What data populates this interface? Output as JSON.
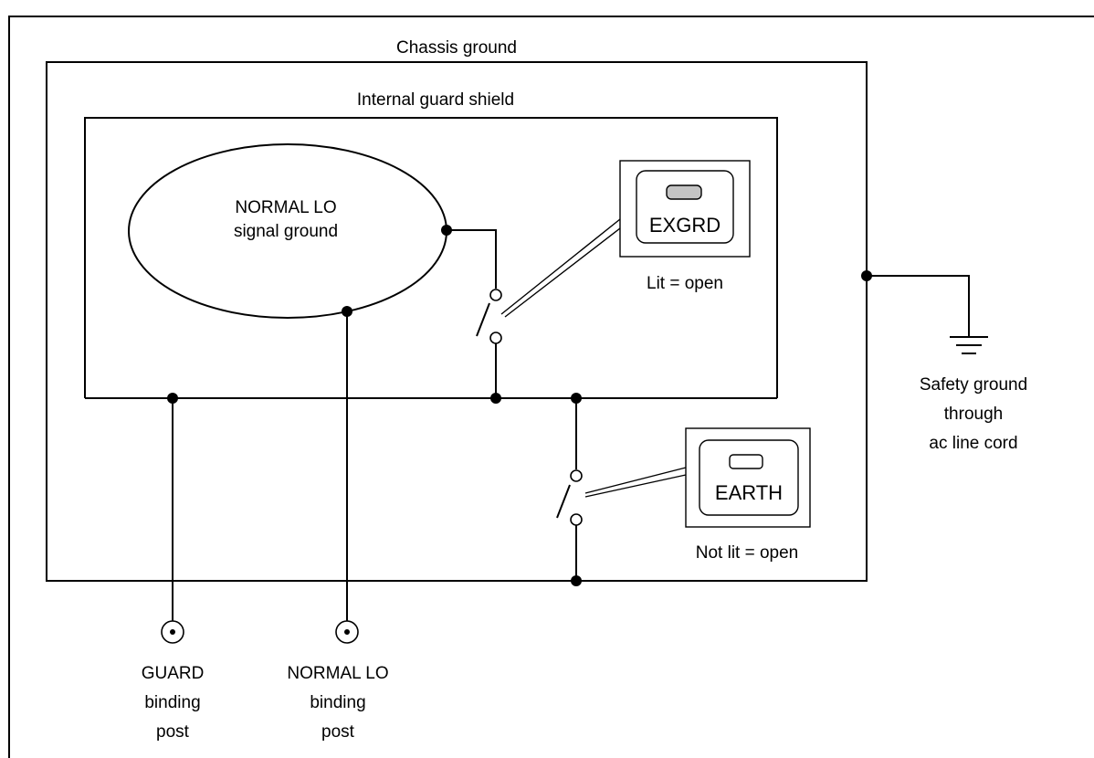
{
  "labels": {
    "chassis_ground": "Chassis ground",
    "internal_guard_shield": "Internal guard shield",
    "normal_lo_line1": "NORMAL LO",
    "normal_lo_line2": "signal ground",
    "exgrd_button": "EXGRD",
    "exgrd_note": "Lit = open",
    "earth_button": "EARTH",
    "earth_note": "Not lit = open",
    "safety_line1": "Safety ground",
    "safety_line2": "through",
    "safety_line3": "ac line cord",
    "guard_post_line1": "GUARD",
    "guard_post_line2": "binding",
    "guard_post_line3": "post",
    "normal_post_line1": "NORMAL LO",
    "normal_post_line2": "binding",
    "normal_post_line3": "post"
  },
  "colors": {
    "exgrd_indicator": "#c4c4c4",
    "earth_indicator": "#ffffff"
  }
}
